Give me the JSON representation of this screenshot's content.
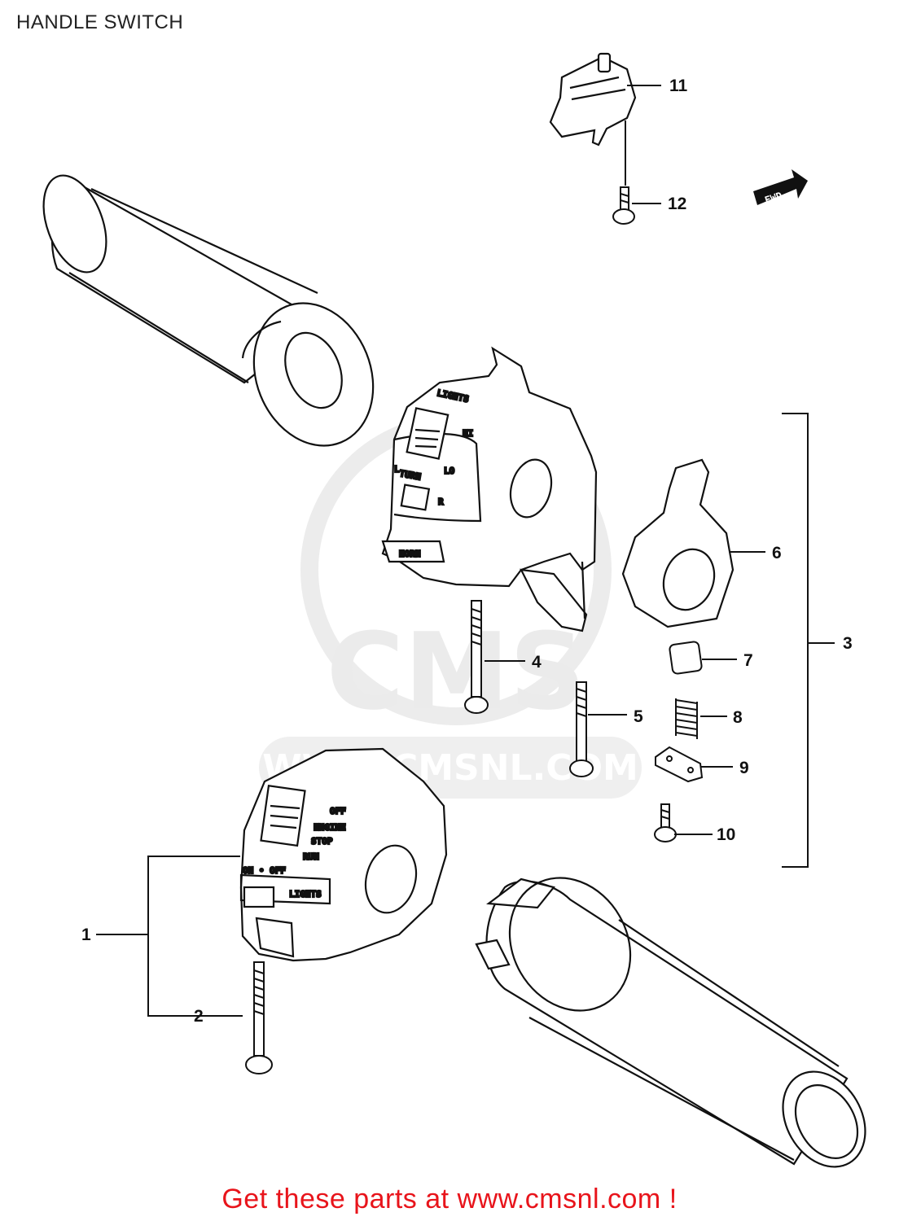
{
  "title": "HANDLE SWITCH",
  "fwd_label": "FWD",
  "watermark": {
    "brand": "CMS",
    "url": "WWW.CMSNL.COM"
  },
  "parts": [
    {
      "number": "1"
    },
    {
      "number": "2"
    },
    {
      "number": "3"
    },
    {
      "number": "4"
    },
    {
      "number": "5"
    },
    {
      "number": "6"
    },
    {
      "number": "7"
    },
    {
      "number": "8"
    },
    {
      "number": "9"
    },
    {
      "number": "10"
    },
    {
      "number": "11"
    },
    {
      "number": "12"
    }
  ],
  "switch_markings": {
    "left": {
      "lights": "LIGHTS",
      "hi": "HI",
      "lo": "LO",
      "turn": "TURN",
      "l": "L",
      "r": "R",
      "horn": "HORN"
    },
    "right": {
      "off": "OFF",
      "engine": "ENGINE",
      "stop": "STOP",
      "run": "RUN",
      "on_off": "ON • OFF",
      "lights": "LIGHTS"
    }
  },
  "footer_text": "Get these parts at www.cmsnl.com !",
  "colors": {
    "line": "#111111",
    "footer": "#e8141b",
    "watermark": "#ececec"
  }
}
